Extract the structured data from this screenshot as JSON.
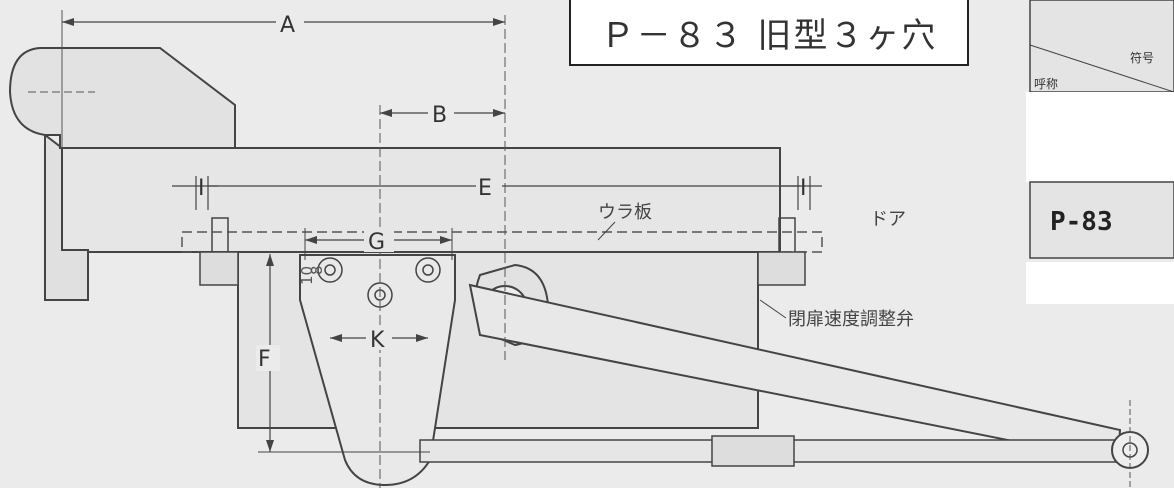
{
  "title": "Ｐ－８３ 旧型３ヶ穴",
  "dimensions": {
    "A": "A",
    "B": "B",
    "E": "E",
    "F": "F",
    "G": "G",
    "K": "K",
    "I_left": "I",
    "I_right": "I",
    "v10": "10",
    "v8": "8"
  },
  "labels": {
    "door": "ドア",
    "back_plate": "ウラ板",
    "speed_valve": "閉扉速度調整弁"
  },
  "table": {
    "symbol_header": "符号",
    "name_header": "呼称",
    "model": "P-83"
  }
}
